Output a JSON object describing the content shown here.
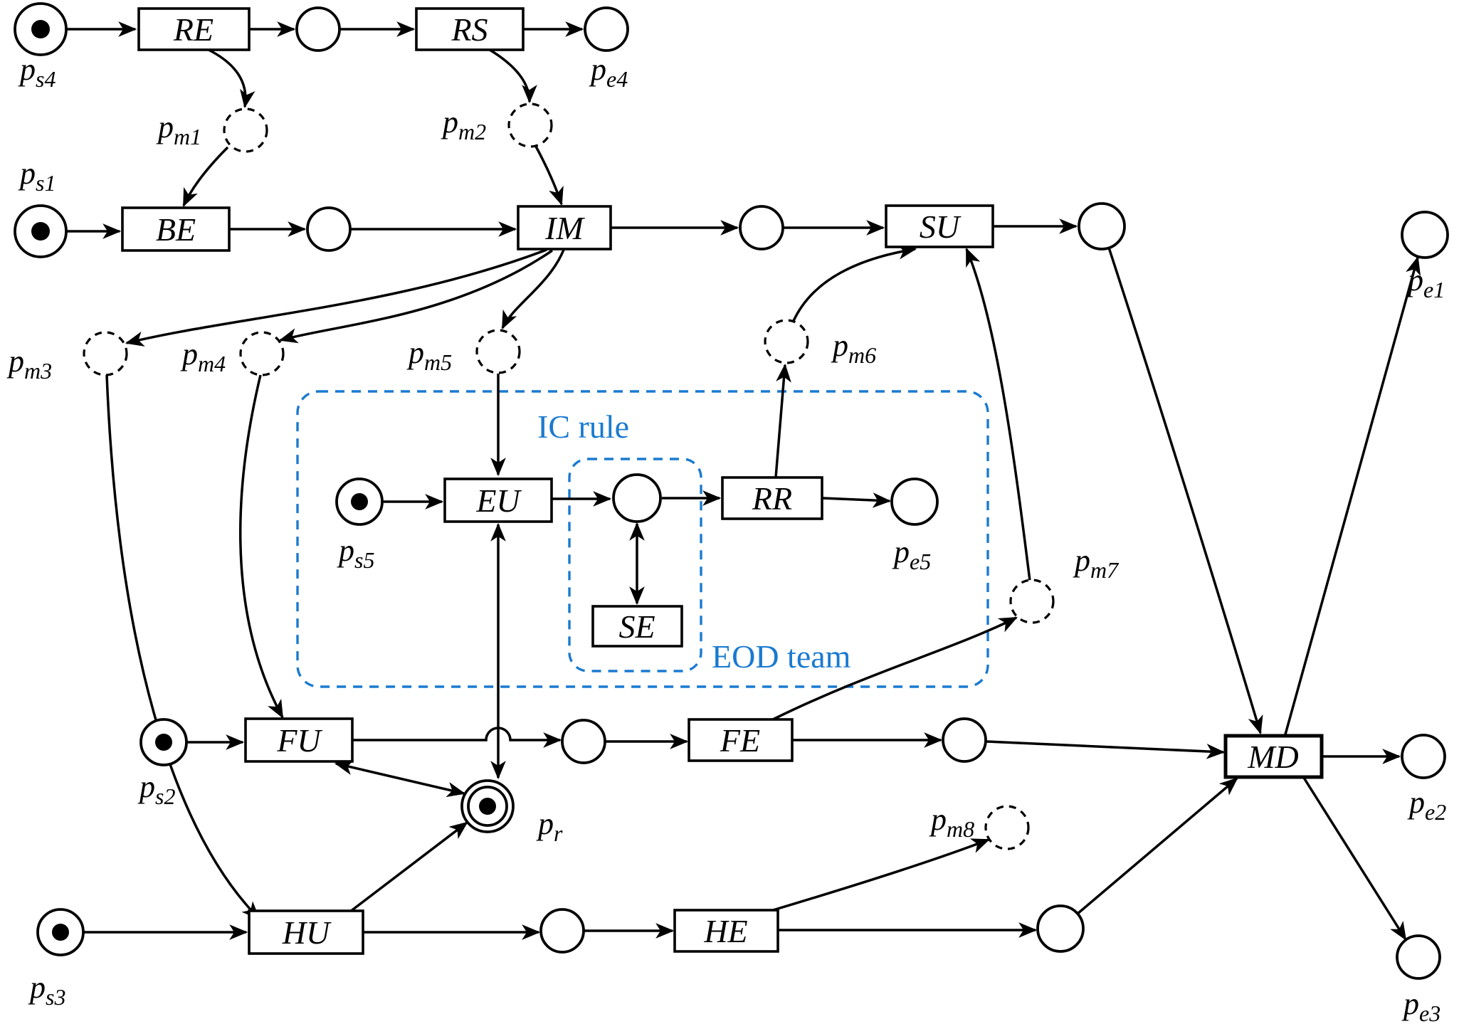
{
  "colors": {
    "line": "#000000",
    "group": "#1a7ad0",
    "md_fill": "#bdbdbd",
    "background": "#ffffff"
  },
  "groups": {
    "ic_rule": "IC rule",
    "eod_team": "EOD team"
  },
  "transitions": {
    "re": "RE",
    "rs": "RS",
    "be": "BE",
    "im": "IM",
    "su": "SU",
    "eu": "EU",
    "rr": "RR",
    "se": "SE",
    "fu": "FU",
    "fe": "FE",
    "hu": "HU",
    "he": "HE",
    "md": "MD"
  },
  "places": {
    "ps4": {
      "main": "p",
      "sub": "s4"
    },
    "pe4": {
      "main": "p",
      "sub": "e4"
    },
    "pm1": {
      "main": "p",
      "sub": "m1"
    },
    "pm2": {
      "main": "p",
      "sub": "m2"
    },
    "ps1": {
      "main": "p",
      "sub": "s1"
    },
    "pe1": {
      "main": "p",
      "sub": "e1"
    },
    "pm3": {
      "main": "p",
      "sub": "m3"
    },
    "pm4": {
      "main": "p",
      "sub": "m4"
    },
    "pm5": {
      "main": "p",
      "sub": "m5"
    },
    "pm6": {
      "main": "p",
      "sub": "m6"
    },
    "ps5": {
      "main": "p",
      "sub": "s5"
    },
    "pe5": {
      "main": "p",
      "sub": "e5"
    },
    "pm7": {
      "main": "p",
      "sub": "m7"
    },
    "ps2": {
      "main": "p",
      "sub": "s2"
    },
    "pr": {
      "main": "p",
      "sub": "r"
    },
    "pm8": {
      "main": "p",
      "sub": "m8"
    },
    "ps3": {
      "main": "p",
      "sub": "s3"
    },
    "pe2": {
      "main": "p",
      "sub": "e2"
    },
    "pe3": {
      "main": "p",
      "sub": "e3"
    }
  }
}
